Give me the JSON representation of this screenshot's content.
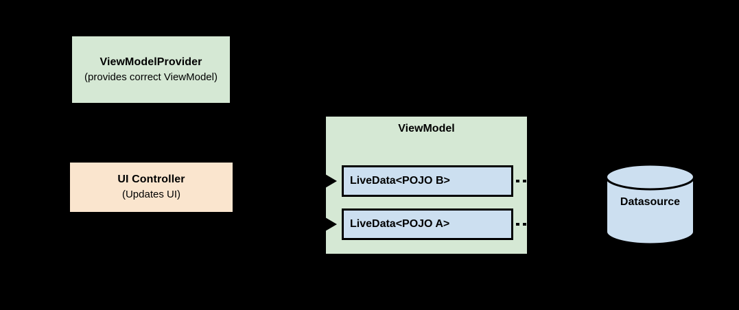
{
  "diagram": {
    "background_color": "#000000",
    "nodes": {
      "viewmodel_provider": {
        "title": "ViewModelProvider",
        "subtitle": "(provides correct ViewModel)",
        "fill_color": "#D5E8D4"
      },
      "ui_controller": {
        "title": "UI Controller",
        "subtitle": "(Updates UI)",
        "fill_color": "#FAE5CE"
      },
      "viewmodel": {
        "title": "ViewModel",
        "fill_color": "#D5E8D4"
      },
      "livedata_b": {
        "label": "LiveData<POJO B>",
        "fill_color": "#CCDFF0",
        "border_color": "#000000"
      },
      "livedata_a": {
        "label": "LiveData<POJO A>",
        "fill_color": "#CCDFF0",
        "border_color": "#000000"
      },
      "datasource": {
        "label": "Datasource",
        "fill_color": "#CCDFF0",
        "border_color": "#000000",
        "shape": "cylinder"
      }
    },
    "connectors": [
      {
        "name": "arrow-to-livedata-b",
        "style": "solid-arrowhead",
        "direction": "right"
      },
      {
        "name": "arrow-to-livedata-a",
        "style": "solid-arrowhead",
        "direction": "right"
      },
      {
        "name": "dashed-stub-livedata-b",
        "style": "dashed",
        "direction": "right"
      },
      {
        "name": "dashed-stub-livedata-a",
        "style": "dashed",
        "direction": "right"
      }
    ]
  }
}
